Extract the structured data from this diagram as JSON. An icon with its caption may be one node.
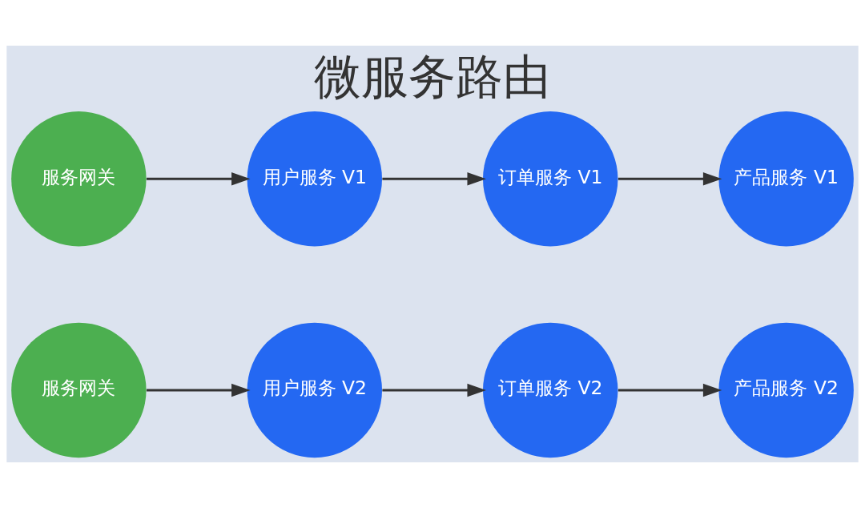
{
  "diagram": {
    "title": "微服务路由",
    "nodes": [
      {
        "text": [
          "服务网关"
        ]
      },
      {
        "text": [
          "用户服务 V1"
        ]
      },
      {
        "text": [
          "订单服务 V1"
        ]
      },
      {
        "text": [
          "产品服务 V1"
        ]
      },
      {
        "text": [
          "服务网关"
        ]
      },
      {
        "text": [
          "用户服务 V2"
        ]
      },
      {
        "text": [
          "订单服务 V2"
        ]
      },
      {
        "text": [
          "产品服务 V2"
        ]
      }
    ],
    "edges": [
      {
        "from": 0,
        "to": 1,
        "arrow": "to"
      },
      {
        "from": 1,
        "to": 2,
        "arrow": "to"
      },
      {
        "from": 2,
        "to": 3,
        "arrow": "to"
      },
      {
        "from": 4,
        "to": 5,
        "arrow": "to"
      },
      {
        "from": 5,
        "to": 6,
        "arrow": "to"
      },
      {
        "from": 6,
        "to": 7,
        "arrow": "to"
      }
    ]
  }
}
